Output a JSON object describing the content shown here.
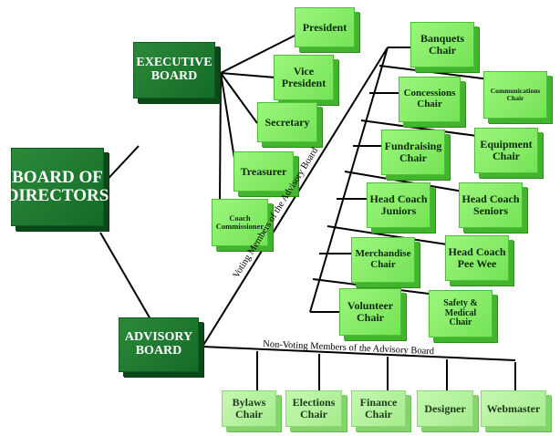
{
  "nodes": {
    "board": "BOARD OF\nDIRECTORS",
    "executive": "EXECUTIVE\nBOARD",
    "advisory": "ADVISORY\nBOARD",
    "president": "President",
    "vice_president": "Vice\nPresident",
    "secretary": "Secretary",
    "treasurer": "Treasurer",
    "coach_commissioner": "Coach\nCommissioner",
    "banquets": "Banquets\nChair",
    "communications": "Communications\nChair",
    "concessions": "Concessions\nChair",
    "equipment": "Equipment\nChair",
    "fundraising": "Fundraising\nChair",
    "hc_juniors": "Head Coach\nJuniors",
    "hc_seniors": "Head Coach\nSeniors",
    "merchandise": "Merchandise\nChair",
    "hc_peewee": "Head Coach\nPee Wee",
    "volunteer": "Volunteer\nChair",
    "safety": "Safety &\nMedical\nChair",
    "bylaws": "Bylaws\nChair",
    "elections": "Elections\nChair",
    "finance": "Finance\nChair",
    "designer": "Designer",
    "webmaster": "Webmaster"
  },
  "labels": {
    "voting": "Voting Members of the Advisory Board",
    "non_voting": "Non-Voting Members of the Advisory Board"
  },
  "colors": {
    "dark_green": "#1e7a30",
    "light_green": "#8ef06c",
    "pale_green": "#b8f4a0",
    "line": "#000000"
  }
}
